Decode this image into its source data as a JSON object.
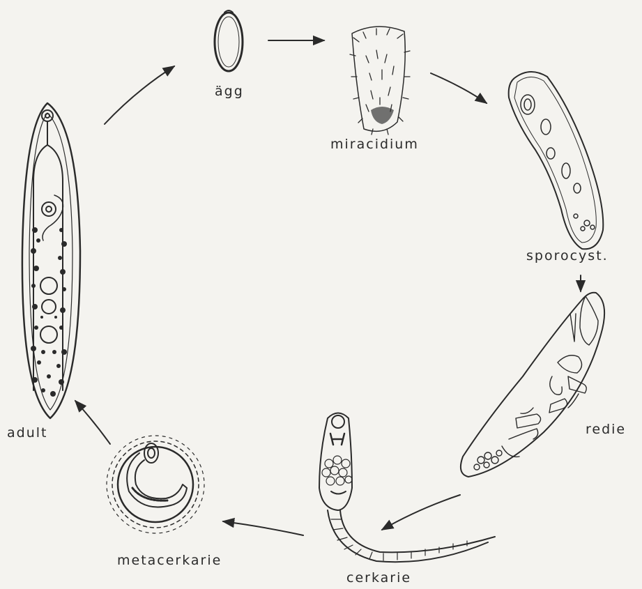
{
  "labels": {
    "egg": "ägg",
    "miracidium": "miracidium",
    "sporocyst": "sporocyst.",
    "redia": "redie",
    "cercaria": "cerkarie",
    "metacercaria": "metacerkarie",
    "adult": "adult"
  },
  "colors": {
    "ink": "#2a2a2a",
    "paper": "#f4f3ef"
  }
}
